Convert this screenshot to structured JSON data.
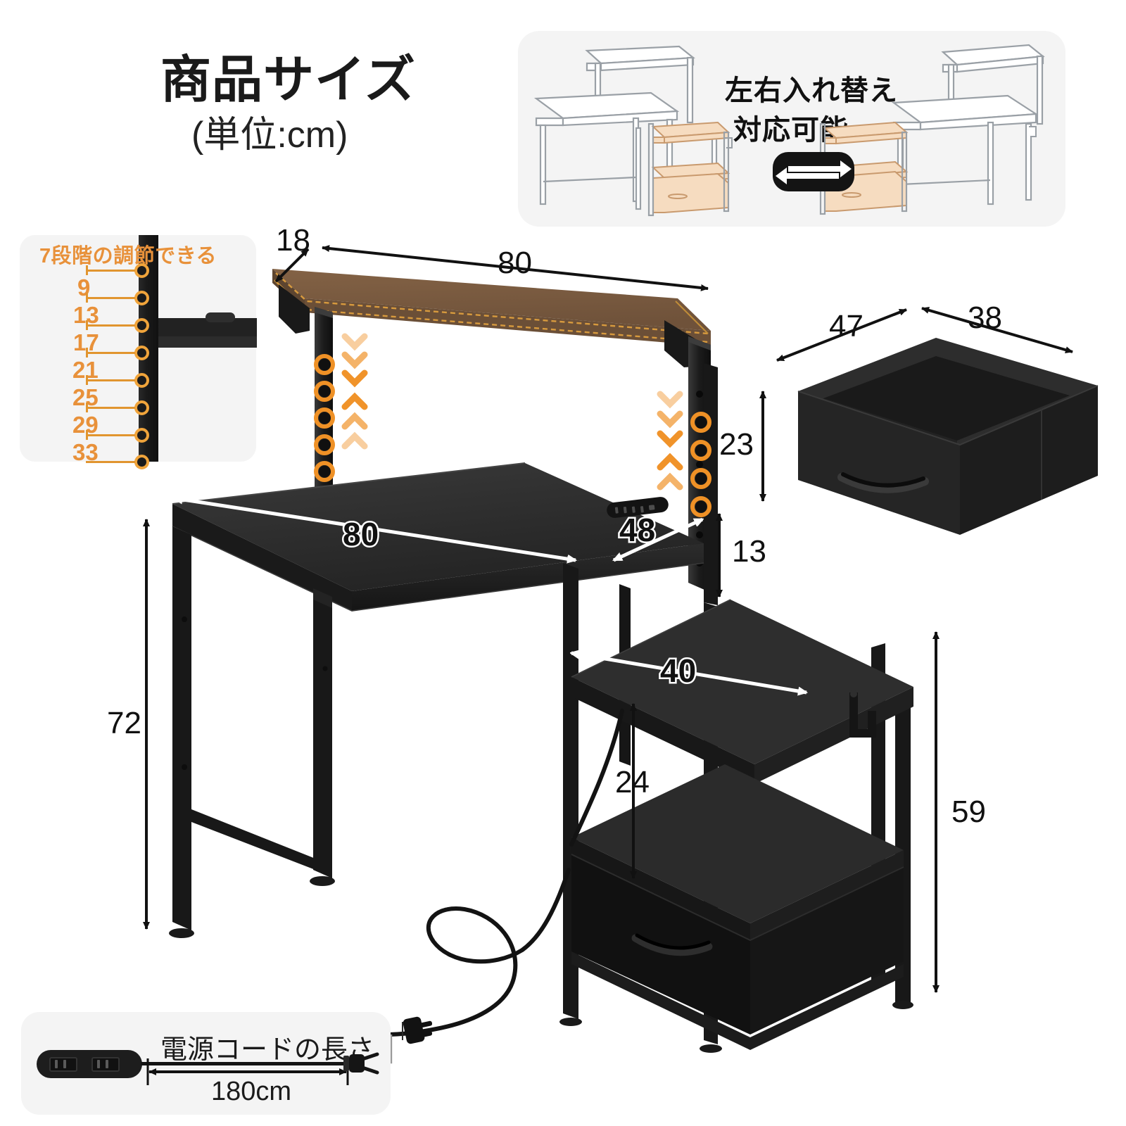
{
  "header": {
    "title": "商品サイズ",
    "unit": "(単位:cm)"
  },
  "swap_panel": {
    "line1": "左右入れ替え",
    "line2": "対応可能",
    "icon": "swap-horizontal-icon"
  },
  "adjust_panel": {
    "title": "7段階の調節できる",
    "levels": [
      "9",
      "13",
      "17",
      "21",
      "25",
      "29",
      "33"
    ],
    "accent_color": "#e8913a"
  },
  "cord_panel": {
    "label": "電源コードの長さ",
    "length": "180cm",
    "icons": [
      "power-strip-icon",
      "power-plug-icon"
    ]
  },
  "dimensions": {
    "top_shelf_width": "80",
    "top_shelf_depth": "18",
    "desktop_width": "80",
    "desktop_depth": "48",
    "desk_height": "72",
    "gap_under_shelf": "13",
    "side_shelf_width": "40",
    "drawer_height": "24",
    "side_unit_height": "59",
    "bin_depth": "47",
    "bin_width": "38",
    "bin_height": "23"
  },
  "parts": {
    "top_shelf": "wood-top-shelf",
    "desktop": "desk-top",
    "side_shelf": "side-shelf",
    "drawer": "fabric-drawer",
    "storage_bin": "fabric-storage-bin",
    "hook": "side-hook",
    "power_strip": "desk-power-strip",
    "power_cord": "power-cord"
  },
  "colors": {
    "wood": "#7a5c3e",
    "wood_edge": "#d79a3e",
    "metal": "#1f1f1f",
    "accent": "#e8913a",
    "panel_bg": "#f4f4f4"
  }
}
